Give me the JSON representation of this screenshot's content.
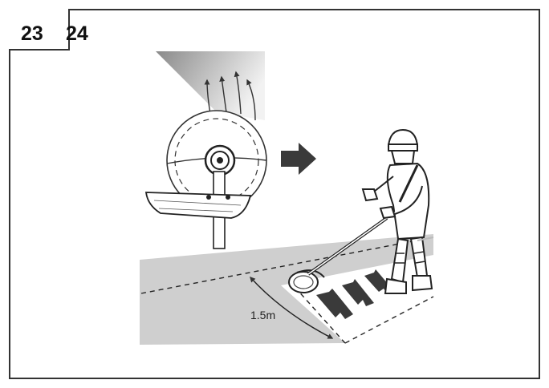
{
  "figure": {
    "label_first": "23",
    "label_second": "24"
  },
  "diagram": {
    "distance_label": "1.5m",
    "colors": {
      "ink": "#222222",
      "ground_gray": "#cfcfcf",
      "light_gray": "#dddddd",
      "arrow_dark": "#3a3a3a"
    }
  }
}
